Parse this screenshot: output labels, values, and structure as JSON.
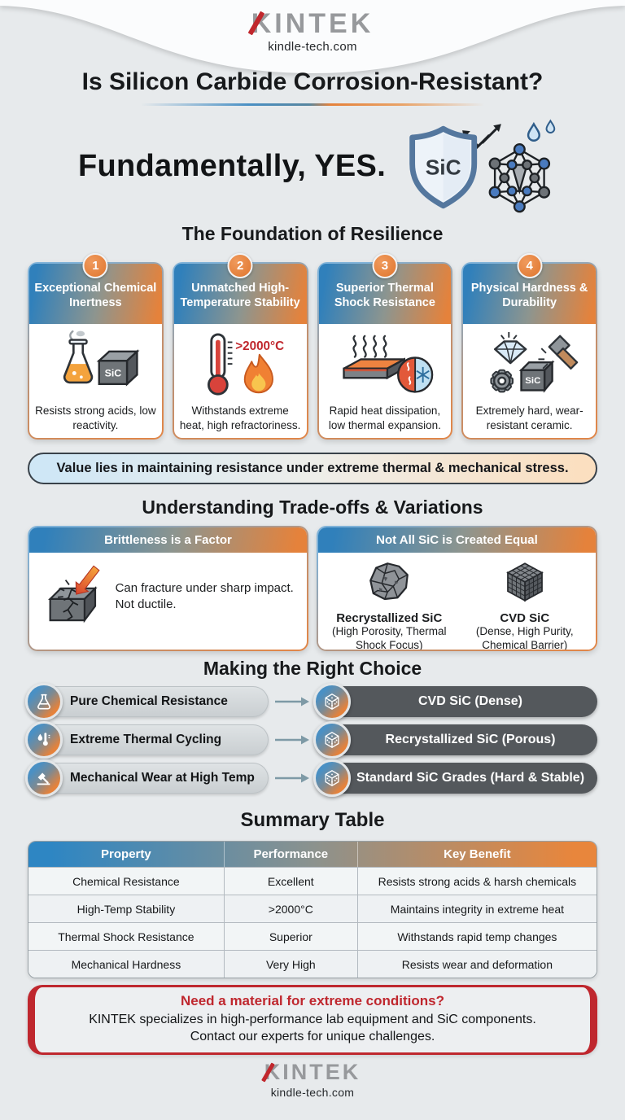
{
  "header": {
    "logo_k": "K",
    "logo_rest": "INTEK",
    "website": "kindle-tech.com"
  },
  "title": "Is Silicon Carbide Corrosion-Resistant?",
  "answer": {
    "text": "Fundamentally, YES.",
    "shield_label": "SiC"
  },
  "foundation": {
    "heading": "The Foundation of Resilience",
    "cards": [
      {
        "number": "1",
        "title": "Exceptional Chemical Inertness",
        "caption": "Resists strong acids, low reactivity.",
        "icon": "flask-sic-cube-icon",
        "cube_label": "SiC"
      },
      {
        "number": "2",
        "title": "Unmatched High-Temperature Stability",
        "caption": "Withstands extreme heat, high refractoriness.",
        "icon": "thermometer-flame-icon",
        "temp_label": ">2000°C"
      },
      {
        "number": "3",
        "title": "Superior Thermal Shock Resistance",
        "caption": "Rapid heat dissipation, low thermal expansion.",
        "icon": "hot-cold-circle-icon"
      },
      {
        "number": "4",
        "title": "Physical Hardness & Durability",
        "caption": "Extremely hard, wear-resistant ceramic.",
        "icon": "diamond-gear-hammer-icon",
        "cube_label": "SiC"
      }
    ],
    "banner": "Value lies in maintaining resistance under extreme thermal & mechanical stress."
  },
  "tradeoffs": {
    "heading": "Understanding Trade-offs & Variations",
    "brittleness": {
      "title": "Brittleness is a Factor",
      "text": "Can fracture under sharp impact. Not ductile.",
      "icon": "cracked-cube-impact-icon"
    },
    "variants_card": {
      "title": "Not All SiC is Created Equal",
      "variants": [
        {
          "name": "Recrystallized SiC",
          "subtitle": "(High Porosity, Thermal Shock Focus)",
          "icon": "porous-sic-icon"
        },
        {
          "name": "CVD SiC",
          "subtitle": "(Dense, High Purity, Chemical Barrier)",
          "icon": "dense-cvd-cube-icon"
        }
      ]
    }
  },
  "choice": {
    "heading": "Making the Right Choice",
    "rows": [
      {
        "need": "Pure Chemical Resistance",
        "need_icon": "flask-icon",
        "solution": "CVD SiC (Dense)",
        "solution_icon": "lattice-cube-icon"
      },
      {
        "need": "Extreme Thermal Cycling",
        "need_icon": "thermometer-droplet-icon",
        "solution": "Recrystallized SiC (Porous)",
        "solution_icon": "lattice-cube-icon"
      },
      {
        "need": "Mechanical Wear at High Temp",
        "need_icon": "hammer-icon",
        "solution": "Standard SiC Grades (Hard & Stable)",
        "solution_icon": "lattice-cube-icon"
      }
    ]
  },
  "summary": {
    "heading": "Summary Table",
    "columns": [
      "Property",
      "Performance",
      "Key Benefit"
    ],
    "rows": [
      [
        "Chemical Resistance",
        "Excellent",
        "Resists strong acids & harsh chemicals"
      ],
      [
        "High-Temp Stability",
        ">2000°C",
        "Maintains integrity in extreme heat"
      ],
      [
        "Thermal Shock Resistance",
        "Superior",
        "Withstands rapid temp changes"
      ],
      [
        "Mechanical Hardness",
        "Very High",
        "Resists wear and deformation"
      ]
    ]
  },
  "cta": {
    "heading": "Need a material for extreme conditions?",
    "line1": "KINTEK specializes in high-performance lab equipment and SiC components.",
    "line2": "Contact our experts for unique challenges."
  },
  "footer": {
    "logo_k": "K",
    "logo_rest": "INTEK",
    "website": "kindle-tech.com"
  },
  "colors": {
    "accent_blue": "#3080bb",
    "accent_orange": "#e5823b",
    "accent_red": "#bf272e",
    "dark_pill": "#54585c"
  }
}
